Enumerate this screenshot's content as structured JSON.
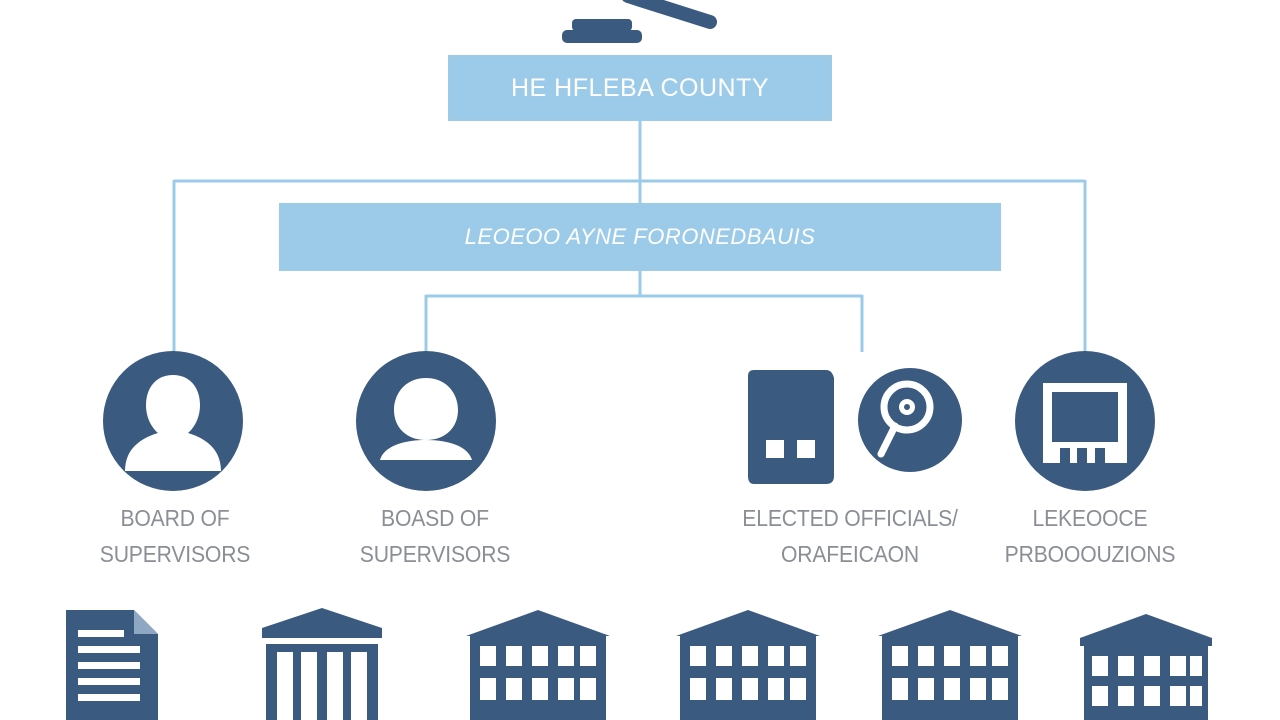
{
  "colors": {
    "box_fill": "#9ccbea",
    "connector": "#9ccbea",
    "icon_navy": "#3b5a80",
    "label_text": "#8a8f96"
  },
  "top_box": {
    "label": "HE HFLEBA COUNTY"
  },
  "middle_box": {
    "label": "LEOEOO AYNE FORONEDBAUIS"
  },
  "nodes": [
    {
      "icon": "person-icon",
      "label_line1": "BOARD OF",
      "label_line2": "SUPERVISORS"
    },
    {
      "icon": "person-icon",
      "label_line1": "BOASD OF",
      "label_line2": "SUPERVISORS"
    },
    {
      "icon": "document-and-magnifier-icon",
      "label_line1": "ELECTED OFFICIALS/",
      "label_line2": "ORAFEICAON"
    },
    {
      "icon": "building-icon",
      "label_line1": "LEKEOOCE",
      "label_line2": "PRBOOOUZIONS"
    }
  ],
  "bottom_icons": [
    "document-icon",
    "courthouse-icon",
    "office-building-icon",
    "office-building-icon",
    "office-building-icon",
    "office-building-icon"
  ]
}
